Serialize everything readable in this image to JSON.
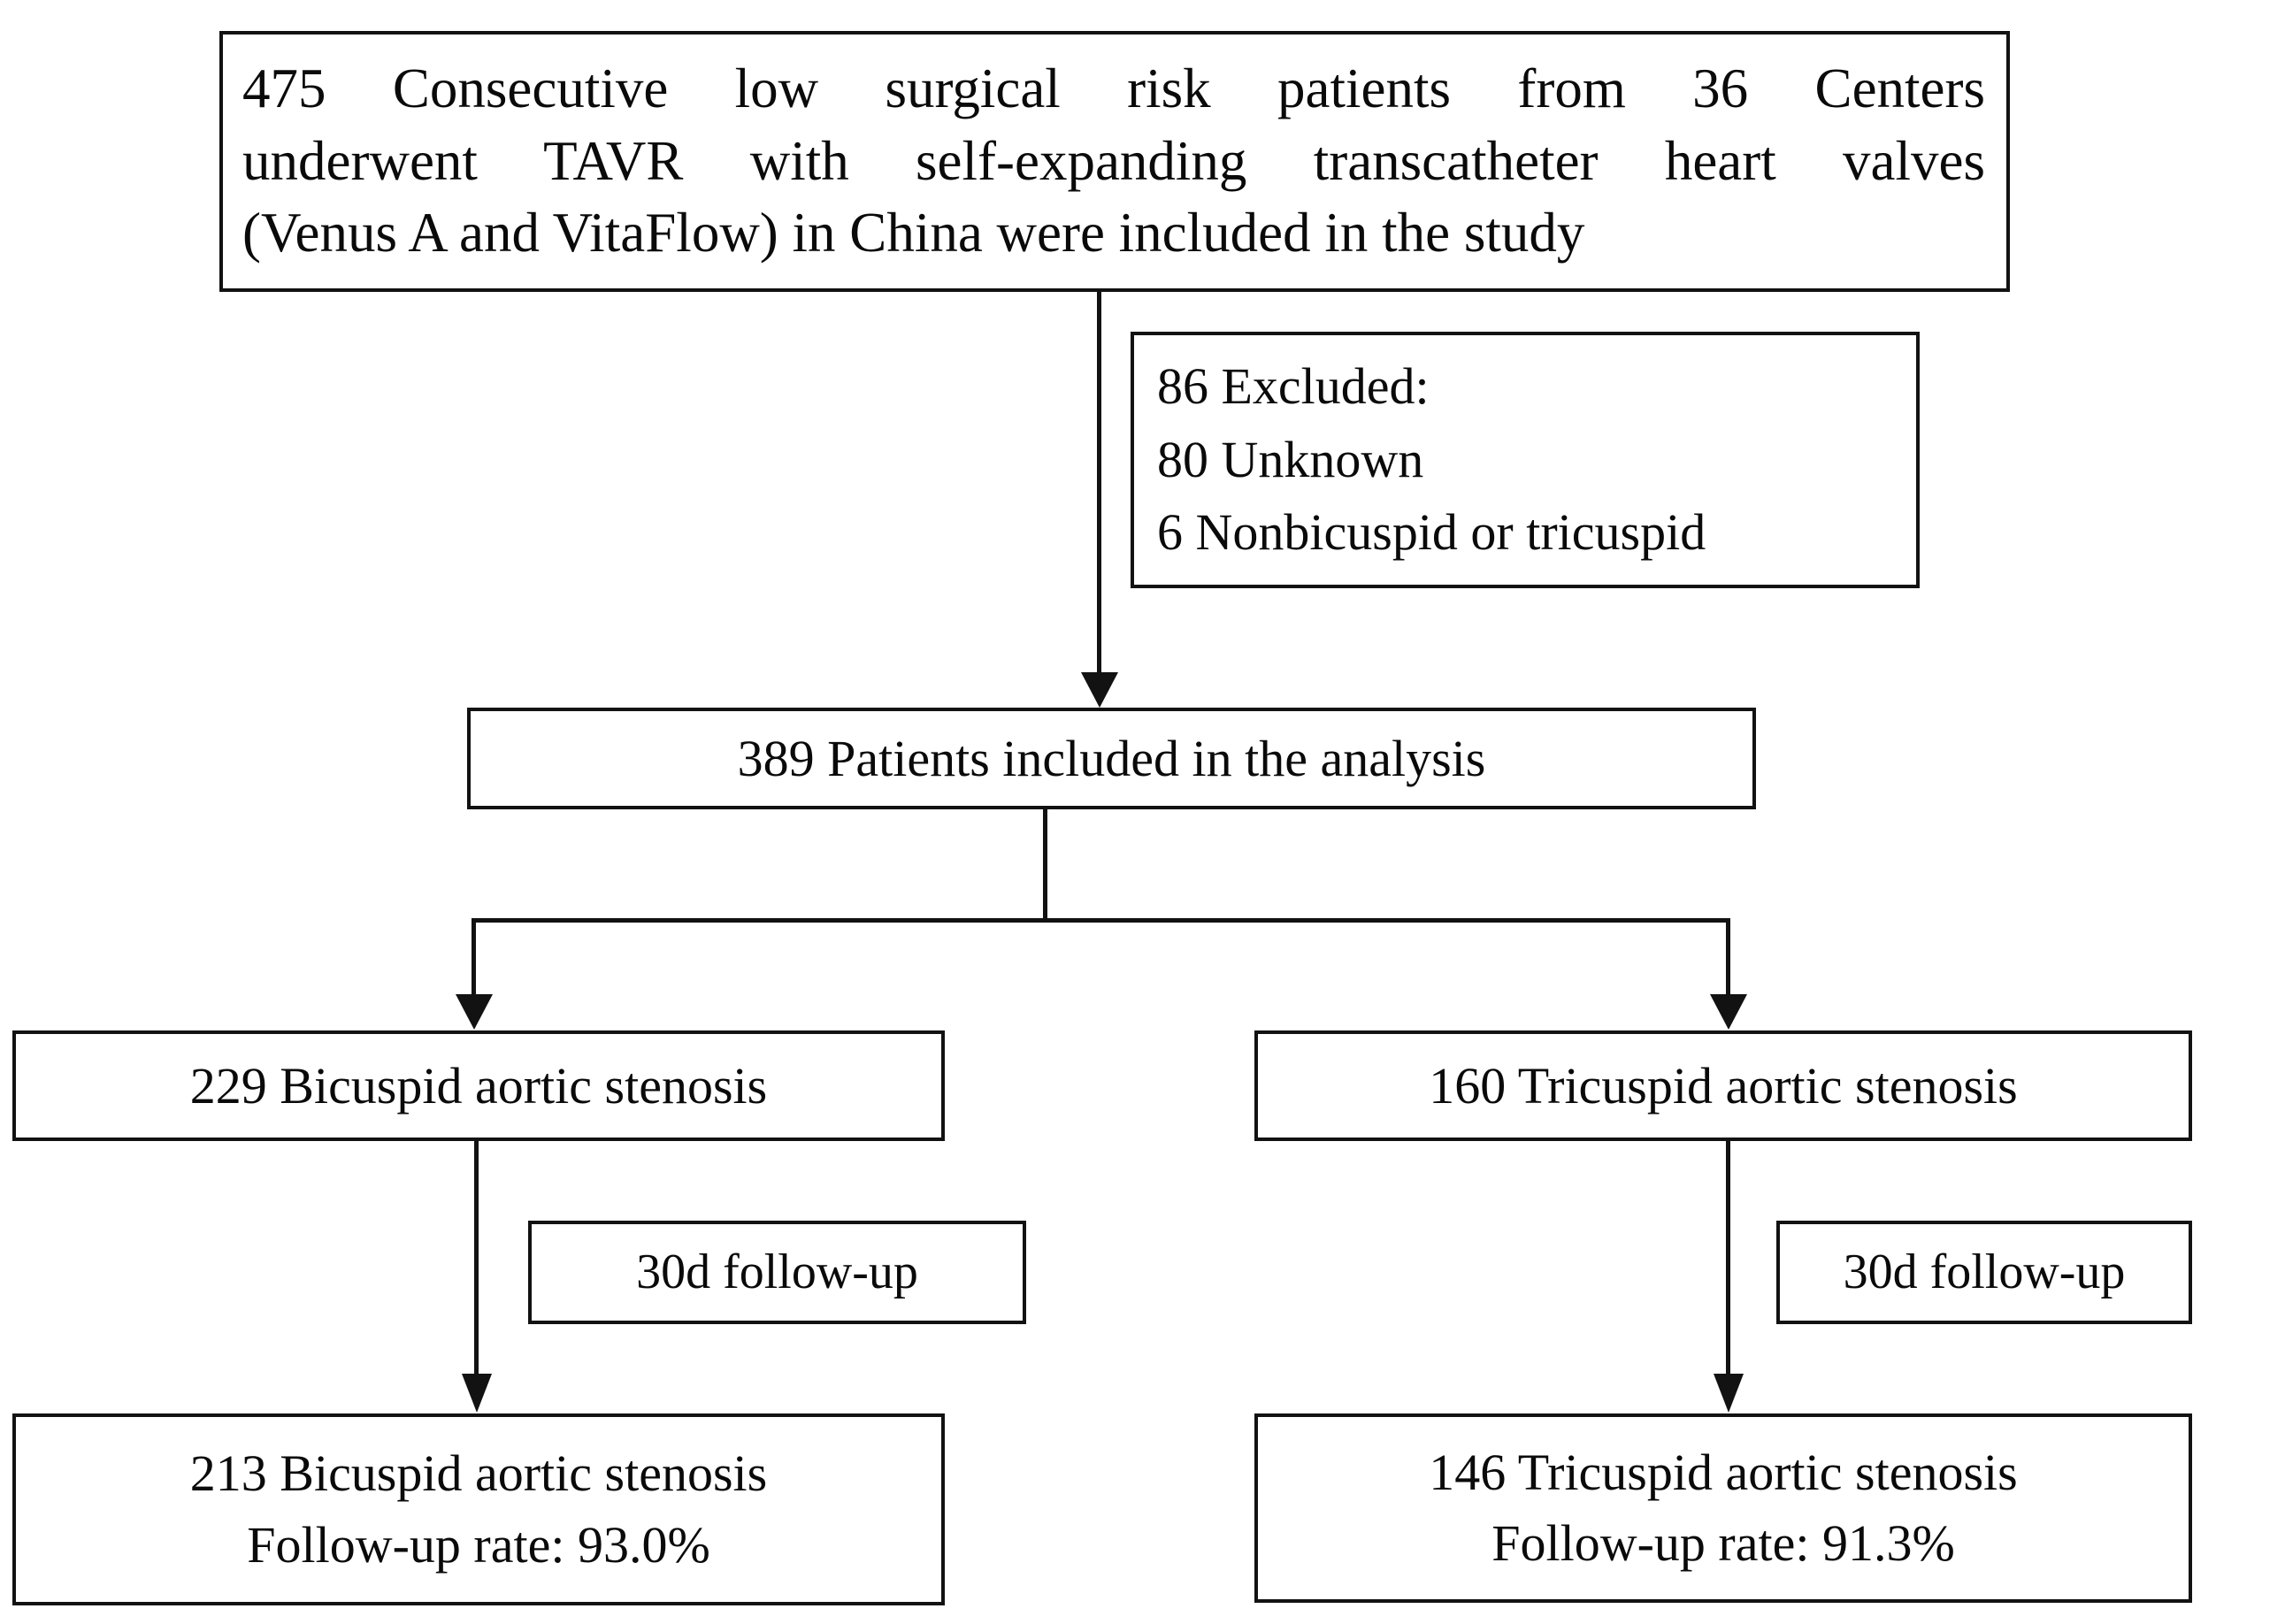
{
  "figure": {
    "type": "flowchart",
    "title": "Study patient flow diagram",
    "background_color": "#ffffff",
    "line_color": "#121212",
    "text_color": "#0a0a0a"
  },
  "nodes": {
    "enrolled": {
      "line1": "475 Consecutive low surgical risk patients from 36 Centers",
      "line2": "underwent TAVR with self-expanding transcatheter heart valves",
      "line3": "(Venus A and VitaFlow) in China were included in the study",
      "full_text": "475 Consecutive low surgical risk patients from 36 Centers underwent TAVR with self-expanding transcatheter heart valves (Venus A and VitaFlow) in China were included in the study",
      "count": 475
    },
    "excluded": {
      "line1": "86 Excluded:",
      "line2": "80 Unknown",
      "line3": "6 Nonbicuspid or tricuspid",
      "total_excluded": 86,
      "unknown": 80,
      "nonbicuspid_or_tricuspid": 6
    },
    "analysis": {
      "text": "389 Patients included in the analysis",
      "count": 389
    },
    "bicuspid": {
      "text": "229 Bicuspid aortic stenosis",
      "count": 229
    },
    "tricuspid": {
      "text": "160 Tricuspid aortic stenosis",
      "count": 160
    },
    "followup_left": {
      "text": "30d follow-up"
    },
    "followup_right": {
      "text": "30d follow-up"
    },
    "bicuspid_followup": {
      "line1": "213 Bicuspid aortic stenosis",
      "line2": "Follow-up rate: 93.0%",
      "count": 213,
      "rate": "93.0%"
    },
    "tricuspid_followup": {
      "line1": "146 Tricuspid aortic stenosis",
      "line2": "Follow-up rate: 91.3%",
      "count": 146,
      "rate": "91.3%"
    }
  }
}
